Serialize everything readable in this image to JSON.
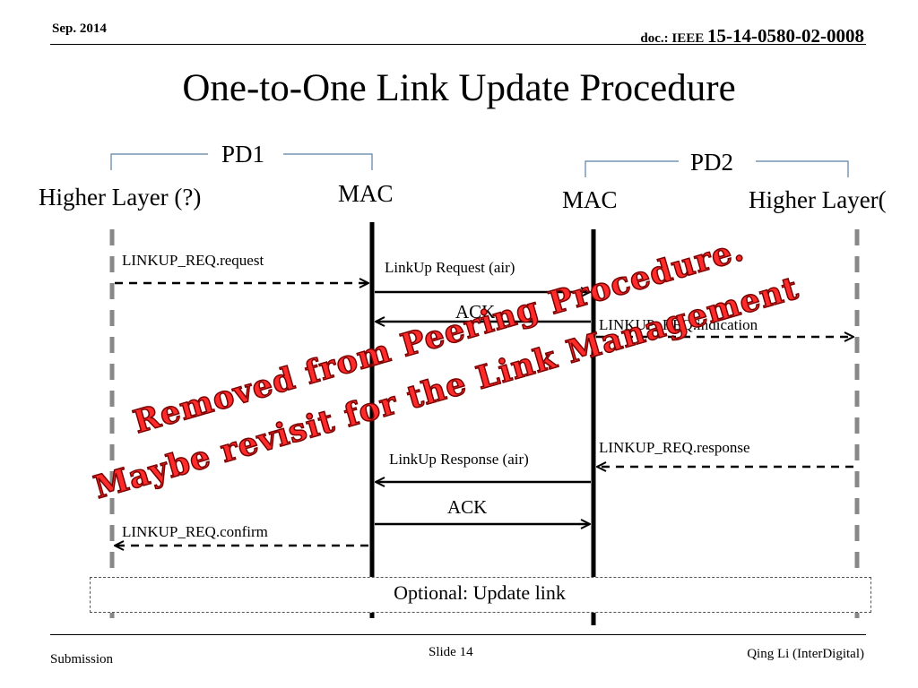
{
  "header": {
    "date": "Sep. 2014",
    "doc_prefix": "doc.: IEEE",
    "doc_number": "15-14-0580-02-0008"
  },
  "title": "One-to-One Link Update Procedure",
  "groups": {
    "pd1": "PD1",
    "pd2": "PD2"
  },
  "lanes": {
    "hl1": "Higher Layer (?)",
    "mac1": "MAC",
    "mac2": "MAC",
    "hl2": "Higher Layer("
  },
  "messages": {
    "linkup_req_request": "LINKUP_REQ.request",
    "linkup_request_air": "LinkUp Request (air)",
    "ack1": "ACK",
    "linkup_req_indication": "LINKUP_REQ.indication",
    "linkup_req_response": "LINKUP_REQ.response",
    "linkup_response_air": "LinkUp Response (air)",
    "ack2": "ACK",
    "linkup_req_confirm": "LINKUP_REQ.confirm"
  },
  "overlay": {
    "line1": "Removed from Peering Procedure.",
    "line2": "Maybe revisit for the Link Management"
  },
  "optional_box": "Optional: Update link",
  "footer": {
    "left": "Submission",
    "center": "Slide 14",
    "right": "Qing Li (InterDigital)"
  },
  "colors": {
    "overlay_text": "#ff2a2a",
    "bracket": "#5a7fa8",
    "dashed_lifeline": "#888888"
  }
}
